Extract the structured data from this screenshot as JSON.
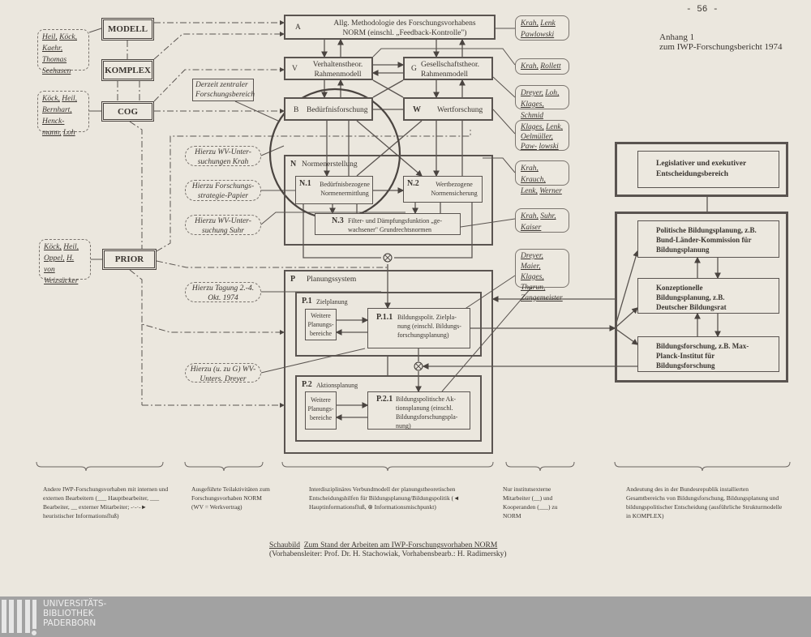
{
  "page_number": "-   56   -",
  "appendix": {
    "line1": "Anhang  1",
    "line2": "zum IWP-Forschungsbericht 1974"
  },
  "projects": {
    "modell": "MODELL",
    "komplex": "KOMPLEX",
    "cog": "COG",
    "prior": "PRIOR"
  },
  "left_names": {
    "modell": [
      "Heil,",
      "Köck,",
      "Kaehr,",
      "Thomas",
      "Seehusen"
    ],
    "cog": [
      "Köck,",
      "Heil,",
      "Bernhart,",
      "Henck-",
      "mann,",
      "Loh"
    ],
    "prior": [
      "Köck,",
      "Heil,",
      "Oppel,",
      "H. von",
      "Weizsäcker"
    ]
  },
  "derzeit": "Derzeit zentraler Forschungsbereich",
  "hierzu": [
    "Hierzu WV-Unter-suchungen Krah",
    "Hierzu Forschungs-strategie-Papier",
    "Hierzu WV-Unter-suchung Suhr",
    "Hierzu Tagung 2.-4. Okt. 1974",
    "Hierzu (u. zu G) WV-Unters. Dreyer"
  ],
  "boxes": {
    "A": {
      "key": "A",
      "line1": "Allg. Methodologie des Forschungsvorhabens",
      "line2": "NORM (einschl. „Feedback-Kontrolle\")"
    },
    "V": {
      "key": "V",
      "line1": "Verhaltenstheor.",
      "line2": "Rahmenmodell"
    },
    "G": {
      "key": "G",
      "line1": "Gesellschaftstheor.",
      "line2": "Rahmenmodell"
    },
    "B": {
      "key": "B",
      "label": "Bedürfnisforschung"
    },
    "W": {
      "key": "W",
      "label": "Wertforschung"
    },
    "N": {
      "key": "N",
      "label": "Normenerstellung"
    },
    "N1": {
      "key": "N.1",
      "line1": "Bedürfnisbezogene",
      "line2": "Normenermittlung"
    },
    "N2": {
      "key": "N.2",
      "line1": "Wertbezogene",
      "line2": "Normensicherung"
    },
    "N3": {
      "key": "N.3",
      "line1": "Filter- und Dämpfungsfunktion „ge-",
      "line2": "wachsener\" Grundrechtsnormen"
    },
    "P": {
      "key": "P",
      "label": "Planungssystem"
    },
    "P1": {
      "key": "P.1",
      "label": "Zielplanung"
    },
    "P11": {
      "key": "P.1.1",
      "line1": "Bildungspolit. Zielpla-",
      "line2": "nung (einschl. Bildungs-",
      "line3": "forschungsplanung)"
    },
    "P2": {
      "key": "P.2",
      "label": "Aktionsplanung"
    },
    "P21": {
      "key": "P.2.1",
      "line1": "Bildungspolitische Ak-",
      "line2": "tionsplanung (einschl.",
      "line3": "Bildungsforschungspla-",
      "line4": "nung)"
    },
    "weitere": "Weitere Planungs-bereiche"
  },
  "right_names": [
    [
      "Krah,",
      "Lenk",
      "Pawlowski"
    ],
    [
      "Krah,",
      "Rollett"
    ],
    [
      "Dreyer,",
      "Loh,",
      "Klages,",
      "Schmid"
    ],
    [
      "Klages,",
      "Lenk,",
      "Oelmüller,",
      "Paw-",
      "lowski"
    ],
    [
      "Krah,",
      "Krauch,",
      "Lenk,",
      "Werner"
    ],
    [
      "Krah,",
      "Suhr,",
      "Kaiser"
    ],
    [
      "Dreyer,",
      "Maier,",
      "Klages,",
      "Tharun,",
      "Zangemeister"
    ]
  ],
  "institutions": {
    "legislative": "Legislativer und exekutiver Entscheidungsbereich",
    "politische": "Politische Bildungsplanung, z.B. Bund-Länder-Kommission für Bildungsplanung",
    "konzeptionelle": "Konzeptionelle Bildungsplanung, z.B. Deutscher Bildungsrat",
    "forschung": "Bildungsforschung, z.B. Max-Planck-Institut für Bildungsforschung"
  },
  "legend": [
    "Andere IWP-Forschungsvorhaben mit internen und externen Bearbeitern (___ Hauptbearbeiter, ___ Bearbeiter, __ externer Mitarbeiter; -·-·-► heuristischer Informationsfluß)",
    "Ausgeführte Teilaktivitäten zum Forschungsvorhaben NORM (WV = Werkvertrag)",
    "Interdisziplinäres Verbundmodell der planungstheoretischen Entscheidungshilfen für Bildungsplanung/Bildungspolitik (◄ Hauptinformationsfluß, ⊗ Informationsmischpunkt)",
    "Nur institutsexterne Mitarbeiter (__) und Kooperanden (___) zu NORM",
    "Andeutung des in der Bundesrepublik installierten Gesamtbereichs von Bildungsforschung, Bildungsplanung und bildungspolitischer Entscheidung (ausführliche Strukturmodelle in KOMPLEX)"
  ],
  "caption": {
    "label": "Schaubild",
    "title": "Zum Stand der Arbeiten am IWP-Forschungsvorhaben NORM",
    "sub": "(Vorhabensleiter: Prof. Dr. H. Stachowiak, Vorhabensbearb.: H. Radimersky)"
  },
  "footer": {
    "line1": "UNIVERSITÄTS-",
    "line2": "BIBLIOTHEK",
    "line3": "PADERBORN"
  }
}
